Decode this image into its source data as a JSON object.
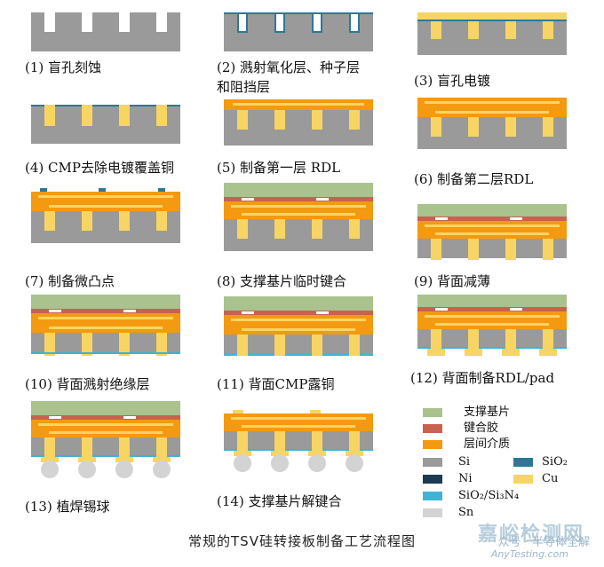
{
  "colors": {
    "support": "#a9c28e",
    "bond": "#c9614f",
    "dielectric": "#f39a11",
    "si": "#9a9a9a",
    "sio2": "#2e7896",
    "ni": "#1c3a52",
    "cu": "#f7d564",
    "sio2_si3n4": "#40b3d6",
    "sn": "#d3d3d3"
  },
  "captions": [
    "(1) 盲孔刻蚀",
    "(2) 溅射氧化层、种子层",
    "和阻挡层",
    "(3) 盲孔电镀",
    "(4) CMP去除电镀覆盖铜",
    "(5) 制备第一层 RDL",
    "(6) 制备第二层RDL",
    "(7) 制备微凸点",
    "(8) 支撑基片临时键合",
    "(9) 背面减薄",
    "(10) 背面溅射绝缘层",
    "(11) 背面CMP露铜",
    "(12) 背面制备RDL/pad",
    "(13) 植焊锡球",
    "(14) 支撑基片解键合"
  ],
  "legend": {
    "support": "支撑基片",
    "bond": "键合胶",
    "dielectric": "层间介质",
    "si": "Si",
    "sio2": "SiO₂",
    "ni": "Ni",
    "cu": "Cu",
    "sio2_si3n4": "SiO₂/Si₃N₄",
    "sn": "Sn"
  },
  "figure_title": "常规的TSV硅转接板制备工艺流程图",
  "watermark": {
    "main": "嘉峪检测网",
    "sub": "众号 · 半导体全解",
    "site": "AnyTesting.com"
  }
}
